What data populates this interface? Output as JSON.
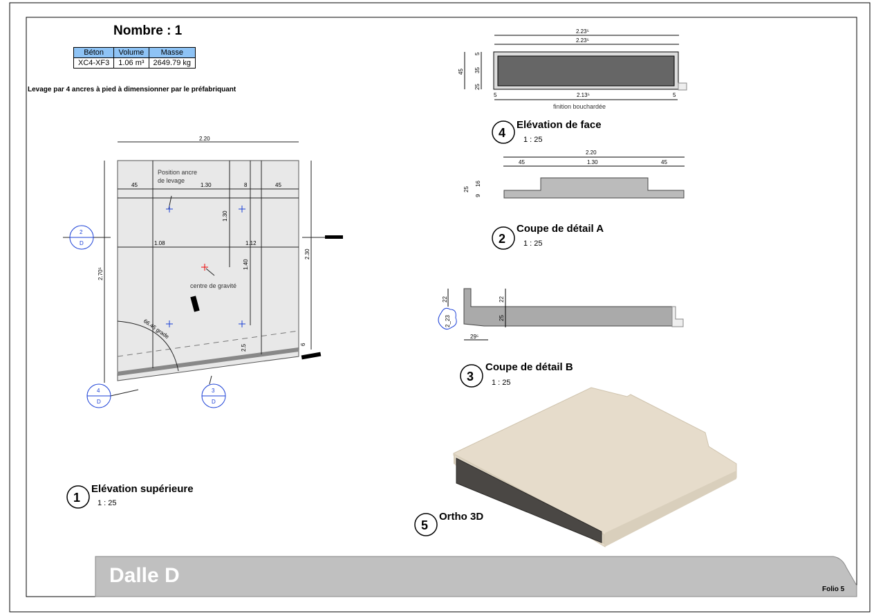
{
  "header": {
    "title": "Nombre : 1",
    "note": "Levage par 4 ancres à pied à dimensionner par le préfabriquant"
  },
  "quantities": {
    "columns": [
      "Béton",
      "Volume",
      "Masse"
    ],
    "row": [
      "XC4-XF3",
      "1.06 m³",
      "2649.79 kg"
    ]
  },
  "views": [
    {
      "number": "1",
      "title": "Elévation supérieure",
      "scale": "1 : 25"
    },
    {
      "number": "4",
      "title": "Elévation de face",
      "scale": "1 : 25"
    },
    {
      "number": "2",
      "title": "Coupe de détail A",
      "scale": "1 : 25"
    },
    {
      "number": "3",
      "title": "Coupe de détail B",
      "scale": "1 : 25"
    },
    {
      "number": "5",
      "title": "Ortho 3D"
    }
  ],
  "plan": {
    "dims": [
      "2.20",
      "45",
      "1.30",
      "8",
      "45",
      "1.08",
      "1.12",
      "1.30",
      "1.40",
      "2.70⁵",
      "2.30",
      "2.5",
      "6",
      "66.45 grade"
    ],
    "labels": {
      "anchor": "Position ancre",
      "anchor2": "de levage",
      "gravity": "centre de gravité"
    },
    "section_marks": [
      {
        "num": "2",
        "sheet": "D"
      },
      {
        "num": "4",
        "sheet": "D"
      },
      {
        "num": "3",
        "sheet": "D"
      }
    ]
  },
  "face": {
    "dims": [
      "2.23⁵",
      "2.23⁵",
      "45",
      "5",
      "35",
      "25",
      "5",
      "2.13⁵",
      "5"
    ],
    "finish": "finition bouchardée"
  },
  "section_a": {
    "dims": [
      "2.20",
      "45",
      "1.30",
      "45",
      "25",
      "16",
      "9"
    ]
  },
  "section_b": {
    "dims": [
      "22",
      "22",
      "25",
      "2_23",
      "29⁵"
    ]
  },
  "title_block": {
    "sheet_name": "Dalle D",
    "folio": "Folio 5"
  },
  "colors": {
    "table_header": "#8ec3f5",
    "title_bar": "#c0c0c0",
    "section_mark": "#1a3fd6",
    "slab": "#e8e8e8"
  }
}
